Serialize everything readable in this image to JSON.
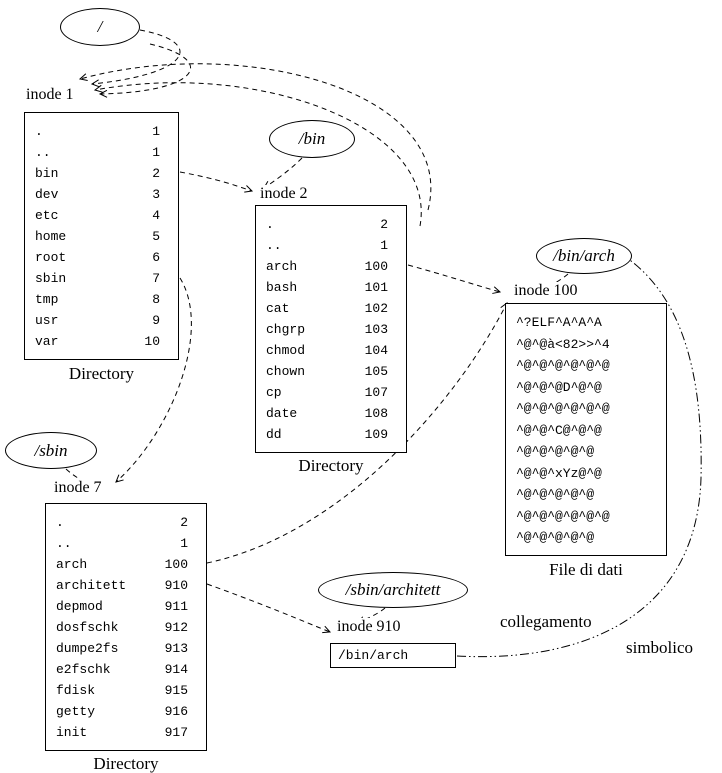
{
  "ellipses": {
    "root": "/",
    "bin": "/bin",
    "bin_arch": "/bin/arch",
    "sbin": "/sbin",
    "sbin_architett": "/sbin/architett"
  },
  "inode1": {
    "title": "inode 1",
    "caption": "Directory",
    "entries": [
      {
        "name": ".",
        "num": "1"
      },
      {
        "name": "..",
        "num": "1"
      },
      {
        "name": "bin",
        "num": "2"
      },
      {
        "name": "dev",
        "num": "3"
      },
      {
        "name": "etc",
        "num": "4"
      },
      {
        "name": "home",
        "num": "5"
      },
      {
        "name": "root",
        "num": "6"
      },
      {
        "name": "sbin",
        "num": "7"
      },
      {
        "name": "tmp",
        "num": "8"
      },
      {
        "name": "usr",
        "num": "9"
      },
      {
        "name": "var",
        "num": "10"
      }
    ]
  },
  "inode2": {
    "title": "inode 2",
    "caption": "Directory",
    "entries": [
      {
        "name": ".",
        "num": "2"
      },
      {
        "name": "..",
        "num": "1"
      },
      {
        "name": "arch",
        "num": "100"
      },
      {
        "name": "bash",
        "num": "101"
      },
      {
        "name": "cat",
        "num": "102"
      },
      {
        "name": "chgrp",
        "num": "103"
      },
      {
        "name": "chmod",
        "num": "104"
      },
      {
        "name": "chown",
        "num": "105"
      },
      {
        "name": "cp",
        "num": "107"
      },
      {
        "name": "date",
        "num": "108"
      },
      {
        "name": "dd",
        "num": "109"
      }
    ]
  },
  "inode100": {
    "title": "inode 100",
    "caption": "File di dati",
    "lines": [
      "^?ELF^A^A^A",
      "^@^@à<82>>^4",
      "^@^@^@^@^@^@",
      "^@^@^@D^@^@",
      "^@^@^@^@^@^@",
      "^@^@^C@^@^@",
      "^@^@^@^@^@",
      "^@^@^xYz@^@",
      "^@^@^@^@^@",
      "^@^@^@^@^@^@",
      "^@^@^@^@^@"
    ]
  },
  "inode7": {
    "title": "inode 7",
    "caption": "Directory",
    "entries": [
      {
        "name": ".",
        "num": "2"
      },
      {
        "name": "..",
        "num": "1"
      },
      {
        "name": "arch",
        "num": "100"
      },
      {
        "name": "architett",
        "num": "910"
      },
      {
        "name": "depmod",
        "num": "911"
      },
      {
        "name": "dosfschk",
        "num": "912"
      },
      {
        "name": "dumpe2fs",
        "num": "913"
      },
      {
        "name": "e2fschk",
        "num": "914"
      },
      {
        "name": "fdisk",
        "num": "915"
      },
      {
        "name": "getty",
        "num": "916"
      },
      {
        "name": "init",
        "num": "917"
      }
    ]
  },
  "inode910": {
    "title": "inode 910",
    "content": "/bin/arch"
  },
  "symlink": {
    "label_line1": "collegamento",
    "label_line2": "simbolico"
  }
}
